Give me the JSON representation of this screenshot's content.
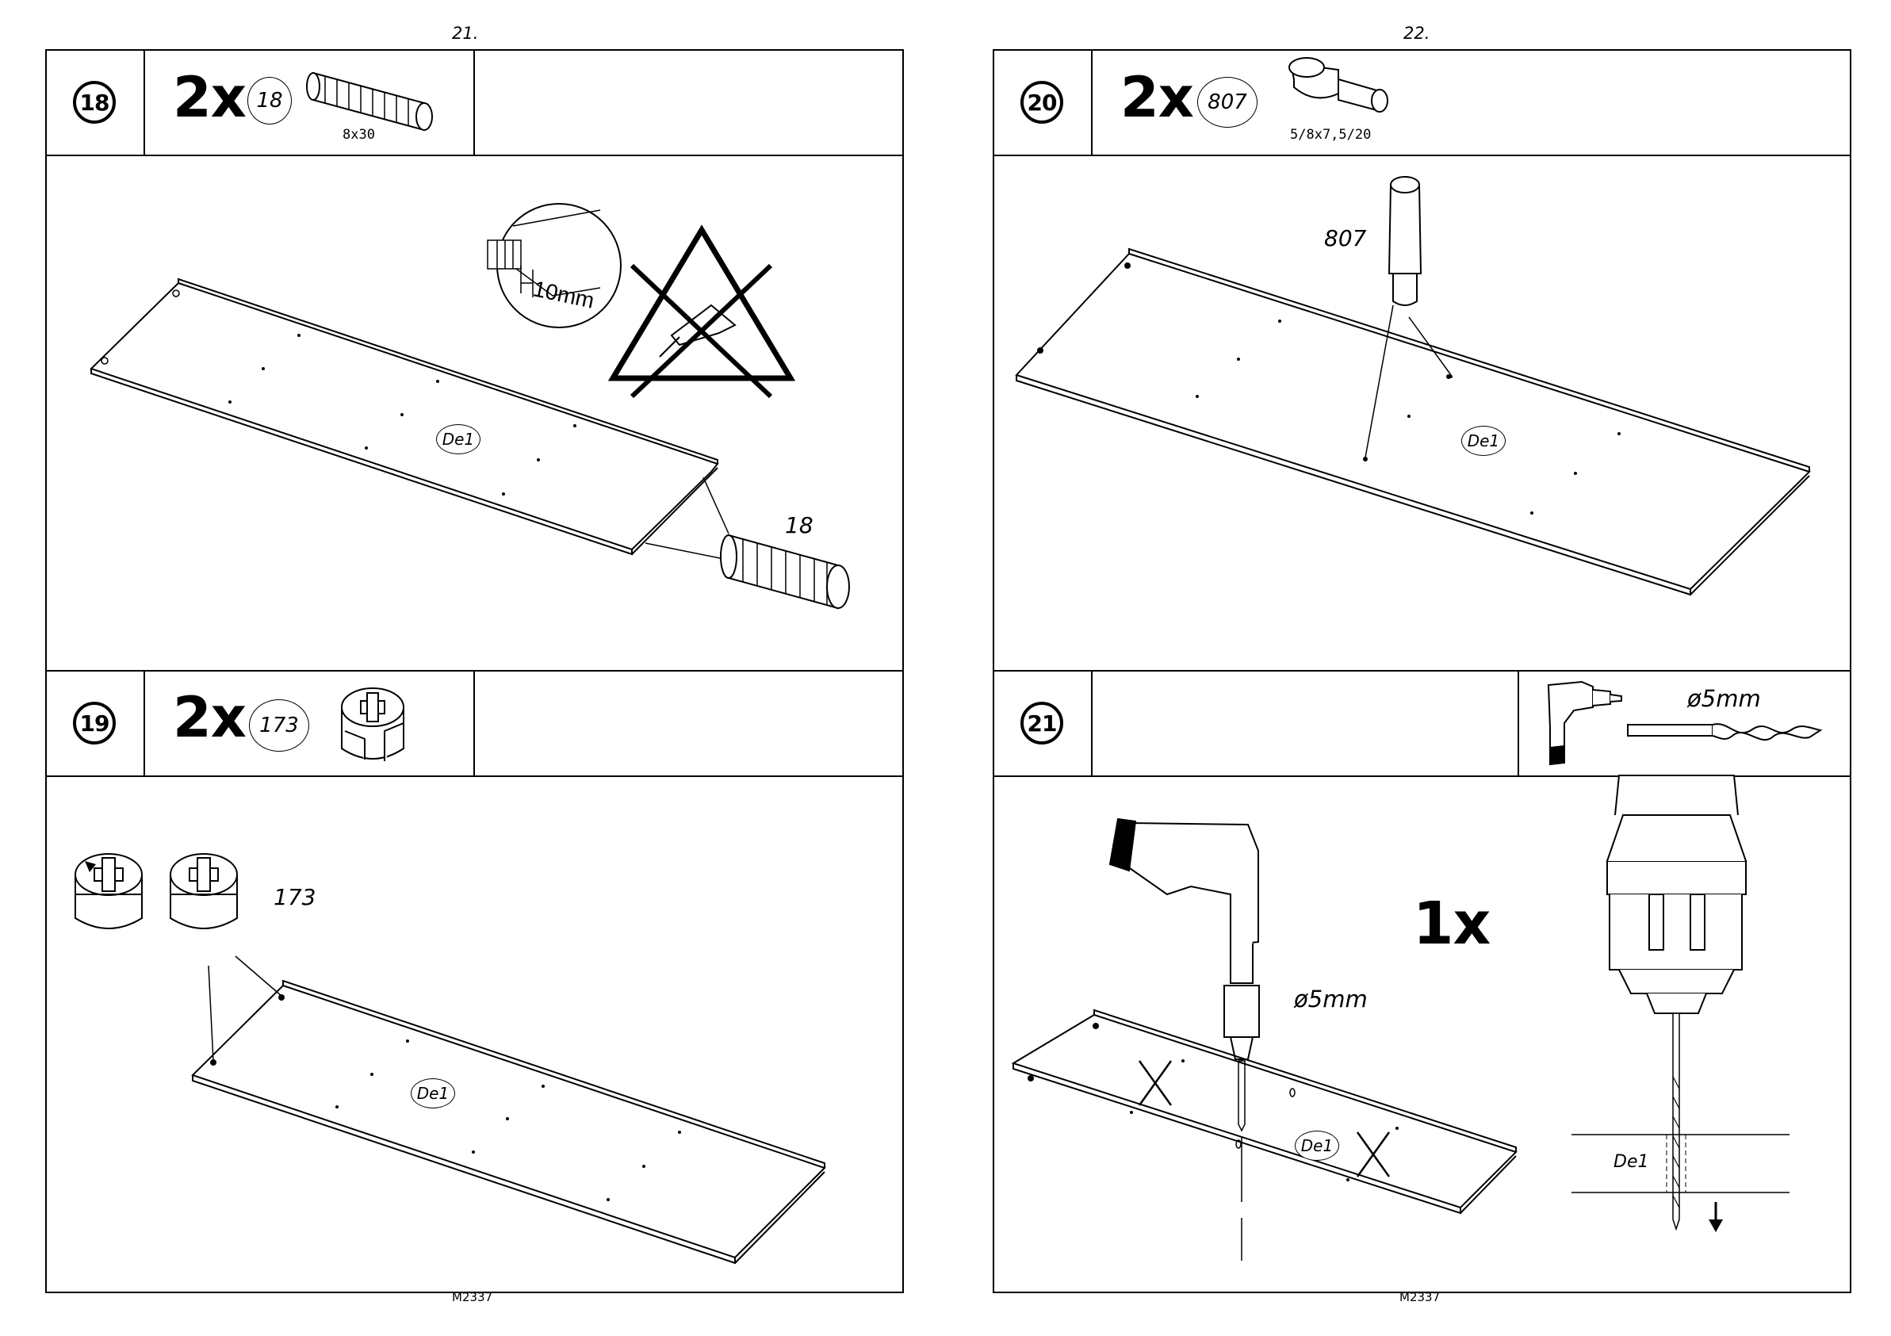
{
  "pages": [
    {
      "page_number": "21.",
      "footer": "M2337",
      "steps": [
        {
          "number": "18",
          "quantity": "2x",
          "part_id": "18",
          "part_size": "8x30",
          "callout_label": "18",
          "panel_label": "De1",
          "detail_measure": "10mm"
        },
        {
          "number": "19",
          "quantity": "2x",
          "part_id": "173",
          "callout_label": "173",
          "panel_label": "De1"
        }
      ]
    },
    {
      "page_number": "22.",
      "footer": "M2337",
      "steps": [
        {
          "number": "20",
          "quantity": "2x",
          "part_id": "807",
          "part_size": "5/8x7,5/20",
          "callout_label": "807",
          "panel_label": "De1"
        },
        {
          "number": "21",
          "tool_drill_size": "ø5mm",
          "quantity": "1x",
          "drill_size": "ø5mm",
          "panel_label": "De1",
          "section_label": "De1"
        }
      ]
    }
  ],
  "icons": [
    "wooden-dowel-icon",
    "cam-lock-icon",
    "shelf-pin-icon",
    "cordless-drill-icon",
    "drill-bit-icon",
    "no-hammer-warning-icon",
    "down-arrow-icon"
  ]
}
